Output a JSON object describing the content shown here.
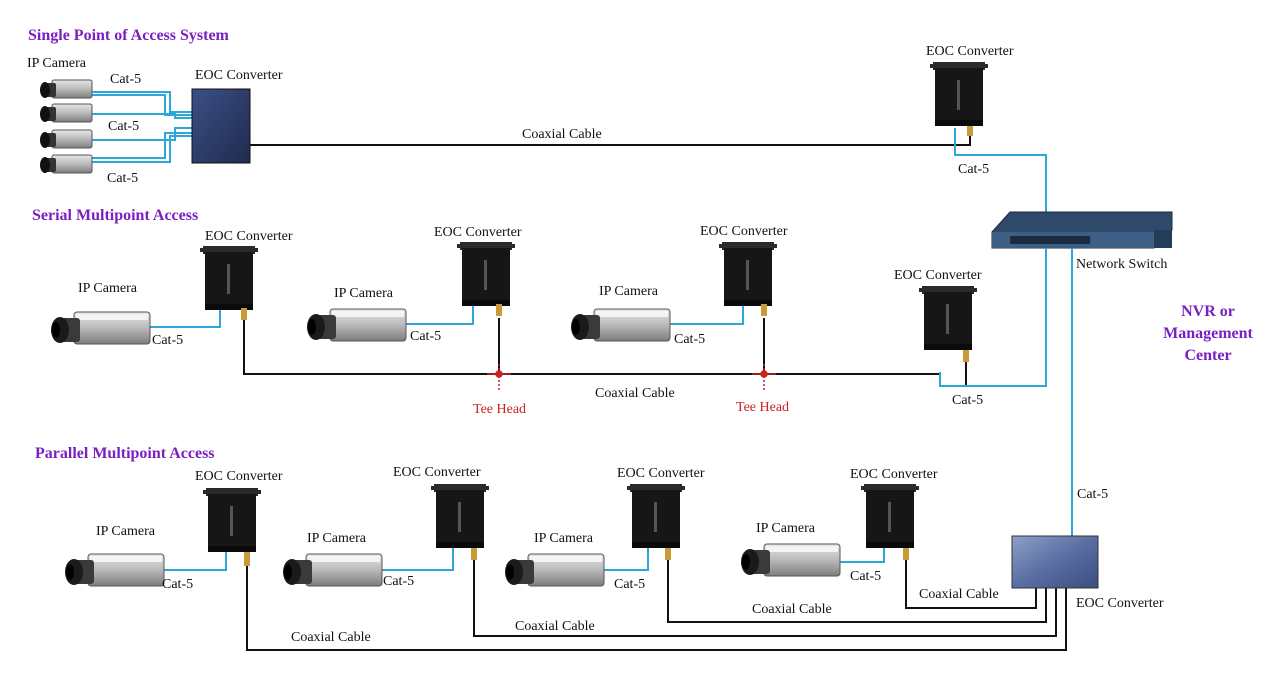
{
  "colors": {
    "section_title": "#7a1fc2",
    "cat5_line": "#2fa6d9",
    "coax_line": "#111111",
    "tee_head": "#cc2222",
    "converter_body": "#1b1b1b",
    "switch_body": "#2d4a6a",
    "panel_body": "#4a5f94"
  },
  "sections": {
    "single": "Single Point of Access System",
    "serial": "Serial Multipoint Access",
    "parallel": "Parallel Multipoint Access"
  },
  "nvr": {
    "line1": "NVR or",
    "line2": "Management",
    "line3": "Center"
  },
  "labels": {
    "ip_camera": "IP Camera",
    "eoc_converter": "EOC Converter",
    "cat5": "Cat-5",
    "coaxial_cable": "Coaxial Cable",
    "tee_head": "Tee Head",
    "network_switch": "Network Switch"
  },
  "icons": [
    "ip-camera-icon",
    "eoc-converter-icon",
    "network-switch-icon",
    "tee-head-icon",
    "bnc-connector-icon"
  ]
}
